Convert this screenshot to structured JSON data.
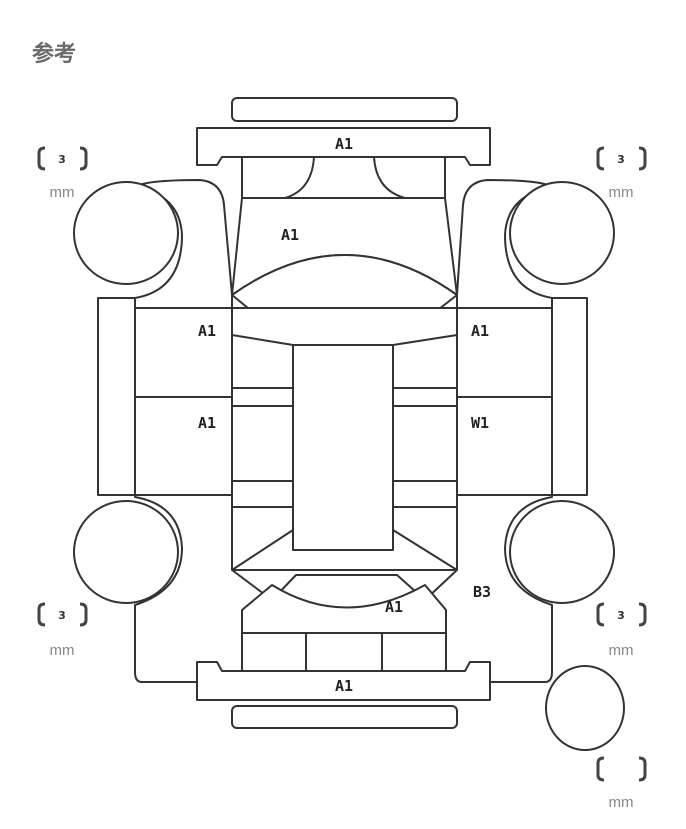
{
  "title": "参考",
  "panels": {
    "front_bumper": "A1",
    "hood": "A1",
    "left_front_fender": "A1",
    "right_front_fender": "A1",
    "left_rear_door": "A1",
    "right_rear_door": "W1",
    "trunk": "A1",
    "right_rear_quarter": "B3",
    "rear_bumper": "A1"
  },
  "tires": {
    "front_left": "3",
    "front_right": "3",
    "rear_left": "3",
    "rear_right": "3",
    "spare": "",
    "unit": "mm"
  }
}
